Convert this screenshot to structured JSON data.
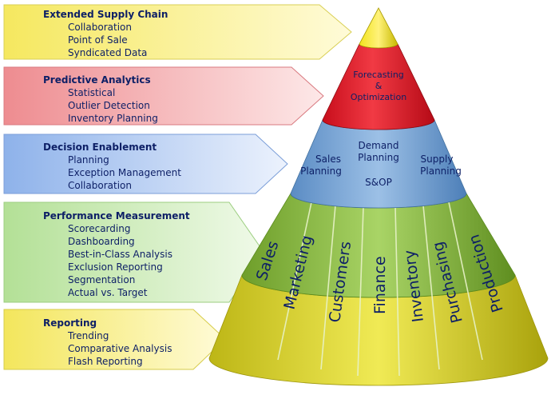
{
  "banners": [
    {
      "title": "Extended Supply Chain",
      "items": [
        "Collaboration",
        "Point of Sale",
        "Syndicated Data"
      ],
      "fill": "#f7ee8e",
      "edge": "#d9cf55"
    },
    {
      "title": "Predictive Analytics",
      "items": [
        "Statistical",
        "Outlier Detection",
        "Inventory Planning"
      ],
      "fill": "#f3a7a9",
      "edge": "#d97a80"
    },
    {
      "title": "Decision Enablement",
      "items": [
        "Planning",
        "Exception Management",
        "Collaboration"
      ],
      "fill": "#a6c2ee",
      "edge": "#7b9ed8"
    },
    {
      "title": "Performance Measurement",
      "items": [
        "Scorecarding",
        "Dashboarding",
        "Best-in-Class Analysis",
        "Exclusion Reporting",
        "Segmentation",
        "Actual vs. Target"
      ],
      "fill": "#c9ebb1",
      "edge": "#9cce80"
    },
    {
      "title": "Reporting",
      "items": [
        "Trending",
        "Comparative Analysis",
        "Flash Reporting"
      ],
      "fill": "#f7ef8a",
      "edge": "#d6cc4a"
    }
  ],
  "pyramid": {
    "red_lines": [
      "Forecasting",
      "&",
      "Optimization"
    ],
    "blue_left": [
      "Sales",
      "Planning"
    ],
    "blue_center": [
      "Demand",
      "Planning"
    ],
    "blue_right": [
      "Supply",
      "Planning"
    ],
    "blue_bottom": "S&OP",
    "functions": [
      "Sales",
      "Marketing",
      "Customers",
      "Finance",
      "Inventory",
      "Purchasing",
      "Production"
    ],
    "colors": {
      "tip": "#e4cf12",
      "red": "#e21a28",
      "blue": "#6e9ccd",
      "green": "#86b43c",
      "yellow": "#d7d228",
      "text": "#0d1f66"
    }
  }
}
